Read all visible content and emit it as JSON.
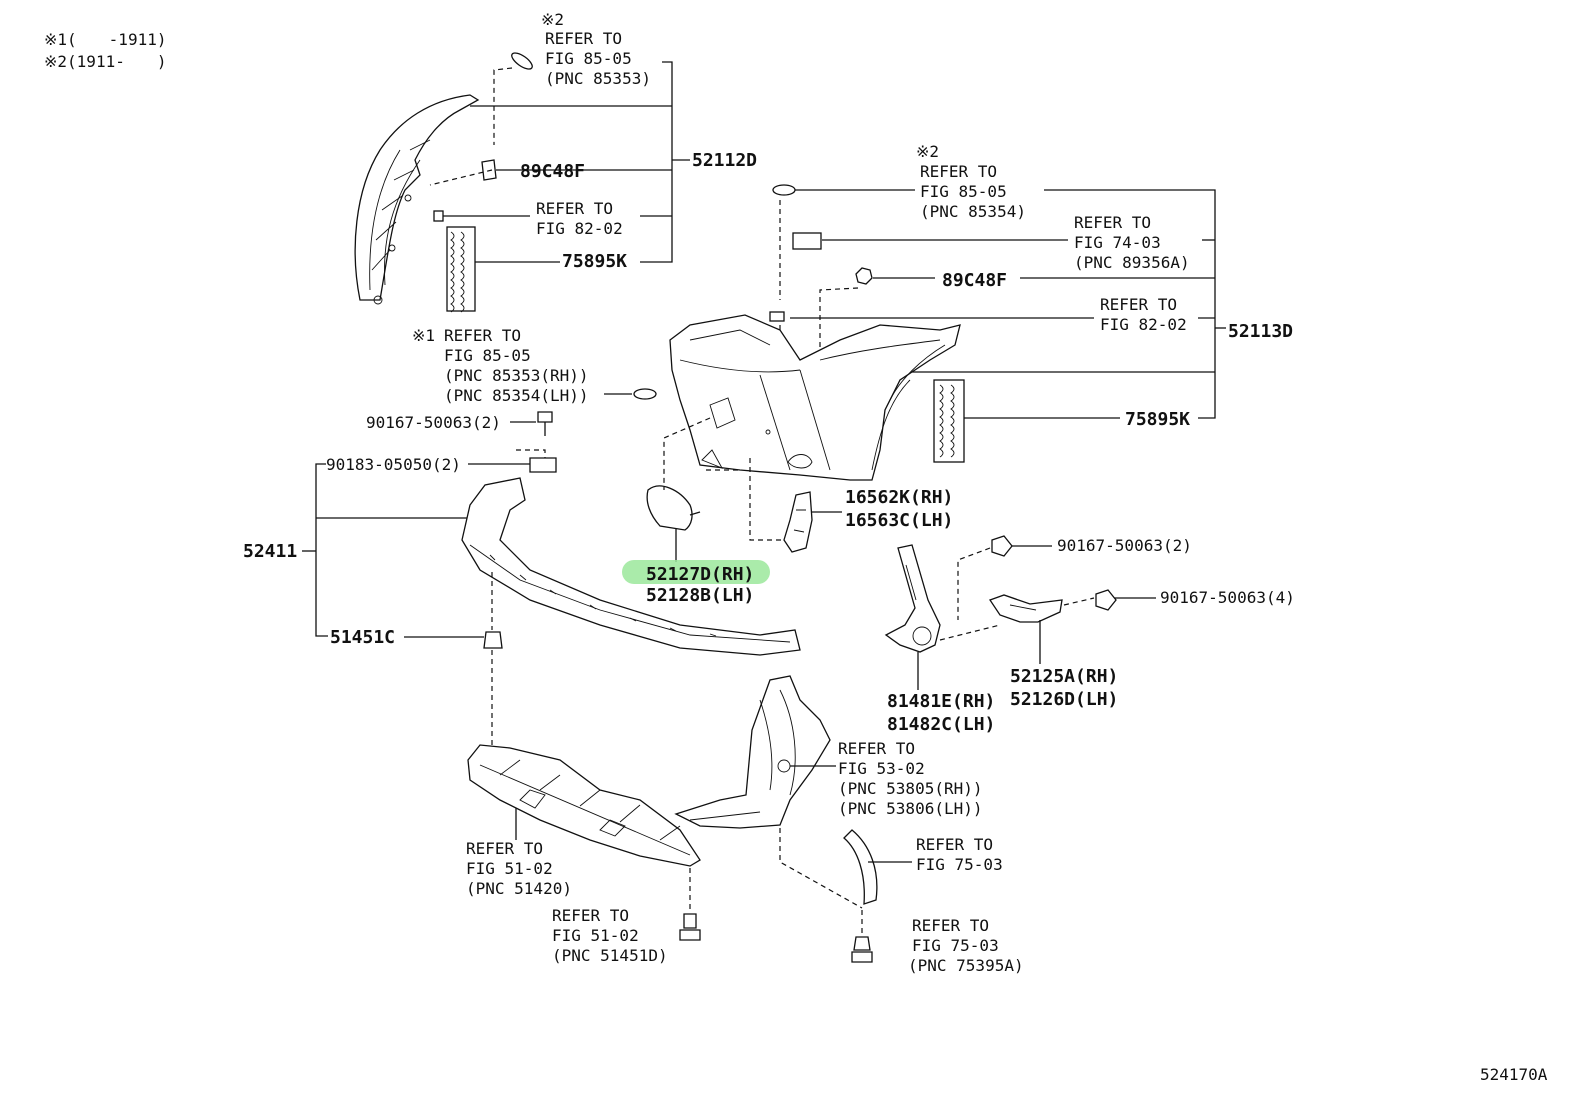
{
  "notes": {
    "note1": "※1(　　-1911)",
    "note2": "※2(1911-　　)"
  },
  "callouts": {
    "upper_left_ref_mark": "※2",
    "upper_left_ref": [
      "REFER TO",
      "FIG 85-05",
      "(PNC 85353)"
    ],
    "p89c48f_left": "89C48F",
    "p52112d": "52112D",
    "ref_82_02_left": [
      "REFER TO",
      "FIG 82-02"
    ],
    "p75895k_left": "75895K",
    "upper_right_ref_mark": "※2",
    "upper_right_ref": [
      "REFER TO",
      "FIG 85-05",
      "(PNC 85354)"
    ],
    "ref_74_03": [
      "REFER TO",
      "FIG 74-03",
      "(PNC 89356A)"
    ],
    "p89c48f_right": "89C48F",
    "ref_82_02_right": [
      "REFER TO",
      "FIG 82-02"
    ],
    "p52113d": "52113D",
    "p75895k_right": "75895K",
    "mid_left_ref_mark": "※1",
    "mid_left_ref": [
      "REFER TO",
      "FIG 85-05",
      "(PNC 85353(RH))",
      "(PNC 85354(LH))"
    ],
    "bolt_90167_2_left": "90167-50063(2)",
    "clip_90183": "90183-05050(2)",
    "p52411": "52411",
    "p51451c": "51451C",
    "p16562k": "16562K(RH)",
    "p16563c": "16563C(LH)",
    "p52127d": "52127D(RH)",
    "p52128b": "52128B(LH)",
    "bolt_90167_2_right": "90167-50063(2)",
    "bolt_90167_4": "90167-50063(4)",
    "p52125a": "52125A(RH)",
    "p52126d": "52126D(LH)",
    "p81481e": "81481E(RH)",
    "p81482c": "81482C(LH)",
    "ref_53_02": [
      "REFER TO",
      "FIG 53-02",
      "(PNC 53805(RH))",
      "(PNC 53806(LH))"
    ],
    "ref_51_02_a": [
      "REFER TO",
      "FIG 51-02",
      "(PNC 51420)"
    ],
    "ref_75_03_a": [
      "REFER TO",
      "FIG 75-03"
    ],
    "ref_51_02_b": [
      "REFER TO",
      "FIG 51-02",
      "(PNC 51451D)"
    ],
    "ref_75_03_b": [
      "REFER TO",
      "FIG 75-03",
      "(PNC 75395A)"
    ]
  },
  "figure_id": "524170A",
  "highlight_color": "#9be89b"
}
